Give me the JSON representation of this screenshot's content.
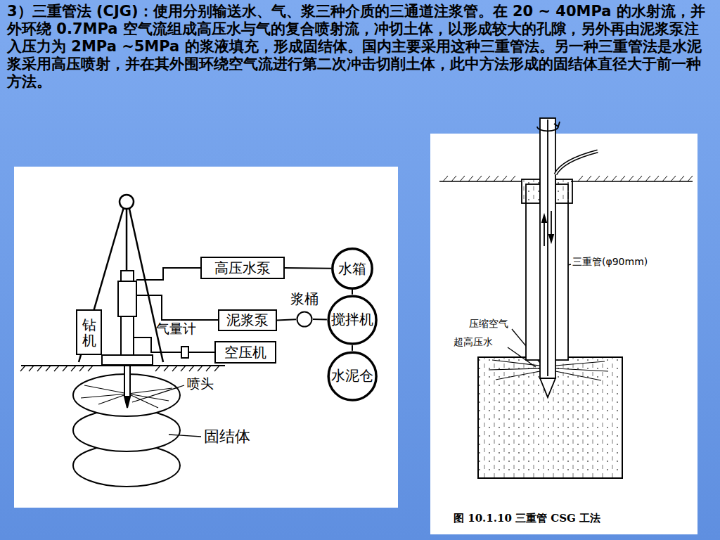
{
  "diagram": {
    "title": "3）三重管法 (CJG)：使用分别输送水、气、浆三种介质的三通道注浆管。在 20 ~ 40MPa 的水射流，并外环绕 0.7MPa 空气流组成高压水与气的复合喷射流，冲切土体，以形成较大的孔隙，另外再由泥浆泵注入压力为 2MPa ~5MPa 的浆液填充，形成固结体。国内主要采用这种三重管法。另一种三重管法是水泥浆采用高压喷射，并在其外围环绕空气流进行第二次冲击切削土体，此中方法形成的固结体直径大于前一种方法。",
    "caption": "图 10.1.10 三重管 CSG 工法",
    "nodes": [
      {
        "text": [
          "高压水泵"
        ]
      },
      {
        "text": [
          "水箱"
        ]
      },
      {
        "text": [
          "浆桶"
        ]
      },
      {
        "text": [
          "泥浆泵"
        ]
      },
      {
        "text": [
          "搅拌机"
        ]
      },
      {
        "text": [
          "空压机"
        ]
      },
      {
        "text": [
          "水泥仓"
        ]
      },
      {
        "text": [
          "钻机"
        ]
      }
    ],
    "edges": [
      {
        "from": 0,
        "to": 1,
        "arrow": "none"
      },
      {
        "from": 3,
        "to": 2,
        "arrow": "none"
      },
      {
        "from": 2,
        "to": 4,
        "arrow": "none"
      },
      {
        "from": 1,
        "to": 4,
        "arrow": "none"
      },
      {
        "from": 4,
        "to": 6,
        "arrow": "none"
      }
    ],
    "labels": [
      "气量计",
      "喷头",
      "固结体",
      "三重管(φ90mm)",
      "压缩空气",
      "超高压水"
    ]
  }
}
